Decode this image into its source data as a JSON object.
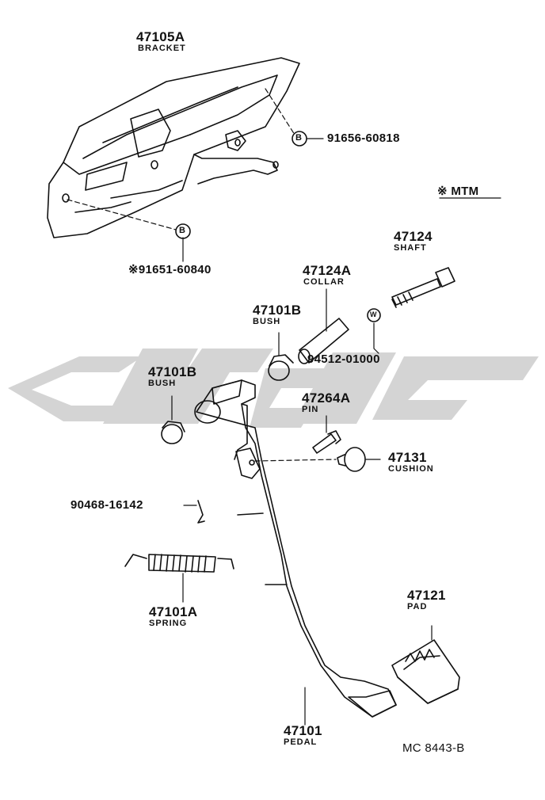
{
  "parts": {
    "bracket": {
      "number": "47105A",
      "name": "BRACKET"
    },
    "bolt_b_upper": {
      "code": "91656-60818",
      "symbol": "B"
    },
    "bolt_b_lower": {
      "code": "※91651-60840",
      "symbol": "B"
    },
    "mtm_note": "※ MTM",
    "shaft": {
      "number": "47124",
      "name": "SHAFT"
    },
    "collar": {
      "number": "47124A",
      "name": "COLLAR"
    },
    "bush_right": {
      "number": "47101B",
      "name": "BUSH"
    },
    "washer": {
      "code": "94512-01000",
      "symbol": "W"
    },
    "bush_left": {
      "number": "47101B",
      "name": "BUSH"
    },
    "pin": {
      "number": "47264A",
      "name": "PIN"
    },
    "cushion": {
      "number": "47131",
      "name": "CUSHION"
    },
    "clip": {
      "code": "90468-16142"
    },
    "spring": {
      "number": "47101A",
      "name": "SPRING"
    },
    "pad": {
      "number": "47121",
      "name": "PAD"
    },
    "pedal": {
      "number": "47101",
      "name": "PEDAL"
    }
  },
  "diagram_ref": "MC 8443-B",
  "colors": {
    "line": "#111111",
    "watermark": "#d4d4d4"
  }
}
